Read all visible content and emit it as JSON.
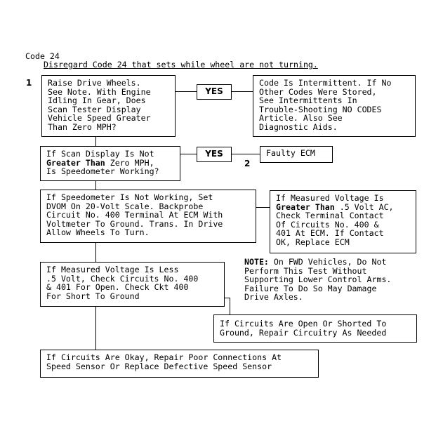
{
  "header": {
    "code": "Code 24",
    "description": "Disregard Code 24 that sets while wheel are not turning."
  },
  "steps": {
    "step1": "1",
    "step2": "2"
  },
  "yes_label": "YES",
  "boxes": {
    "raise_wheels": "Raise Drive Wheels.\nSee Note. With Engine\nIdling In Gear, Does\nScan Tester Display\nVehicle Speed Greater\nThan Zero MPH?",
    "intermittent": "Code Is Intermittent. If No\nOther Codes Were Stored,\nSee Intermittents In\nTrouble-Shooting NO CODES\nArticle. Also See\nDiagnostic Aids.",
    "scan_display_pre": "If Scan Display Is Not",
    "scan_display_bold": "Greater Than",
    "scan_display_post": " Zero MPH,\nIs Speedometer Working?",
    "faulty_ecm": "Faulty ECM",
    "speedometer": "If Speedometer Is Not Working, Set\nDVOM On 20-Volt Scale. Backprobe\nCircuit No. 400 Terminal At ECM With\nVoltmeter To Ground. Trans. In Drive\nAllow Wheels To Turn.",
    "measured_greater_pre": "If Measured Voltage Is",
    "measured_greater_bold": "Greater Than",
    "measured_greater_post": " .5 Volt AC,\nCheck Terminal Contact\nOf Circuits No. 400 &\n401 At ECM. If Contact\nOK, Replace ECM",
    "measured_less": "If Measured Voltage Is Less\n.5 Volt, Check Circuits No. 400\n& 401 For Open. Check Ckt 400\nFor Short To Ground",
    "open_shorted": "If Circuits Are Open Or Shorted To\nGround, Repair Circuitry As Needed",
    "circuits_okay": "If Circuits Are Okay, Repair Poor Connections At\nSpeed Sensor Or Replace Defective Speed Sensor"
  },
  "note": {
    "label": "NOTE:",
    "text": " On FWD Vehicles, Do Not\nPerform This Test Without\nSupporting Lower Control Arms.\nFailure To Do So May Damage\nDrive Axles."
  }
}
